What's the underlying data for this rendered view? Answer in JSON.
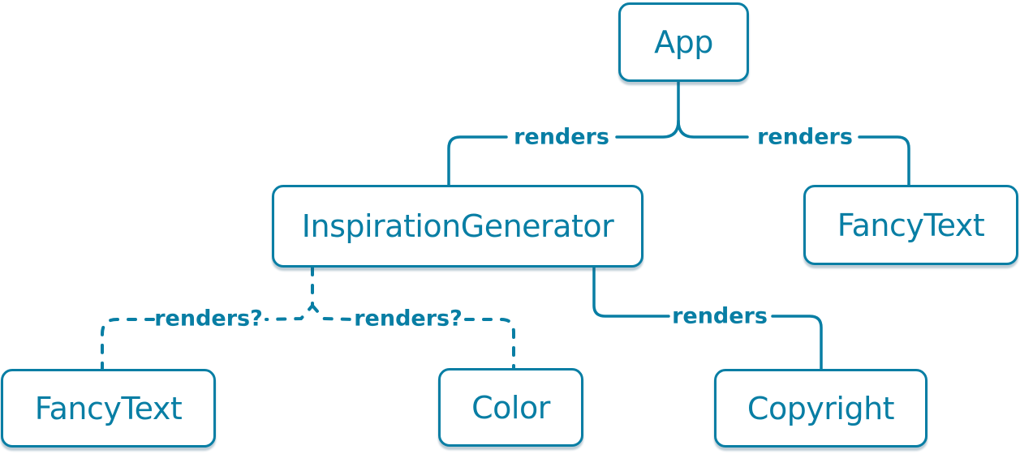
{
  "diagram": {
    "colors": {
      "accent": "#087ea4",
      "node_fill": "#ffffff"
    },
    "nodes": [
      {
        "id": "app",
        "label": "App"
      },
      {
        "id": "inspiration-generator",
        "label": "InspirationGenerator"
      },
      {
        "id": "fancy-text-top",
        "label": "FancyText"
      },
      {
        "id": "fancy-text-bottom",
        "label": "FancyText"
      },
      {
        "id": "color",
        "label": "Color"
      },
      {
        "id": "copyright",
        "label": "Copyright"
      }
    ],
    "edges": [
      {
        "from": "App",
        "to": "InspirationGenerator",
        "label": "renders",
        "style": "solid"
      },
      {
        "from": "App",
        "to": "FancyText",
        "label": "renders",
        "style": "solid"
      },
      {
        "from": "InspirationGenerator",
        "to": "FancyText",
        "label": "renders?",
        "style": "dashed"
      },
      {
        "from": "InspirationGenerator",
        "to": "Color",
        "label": "renders?",
        "style": "dashed"
      },
      {
        "from": "InspirationGenerator",
        "to": "Copyright",
        "label": "renders",
        "style": "solid"
      }
    ]
  }
}
